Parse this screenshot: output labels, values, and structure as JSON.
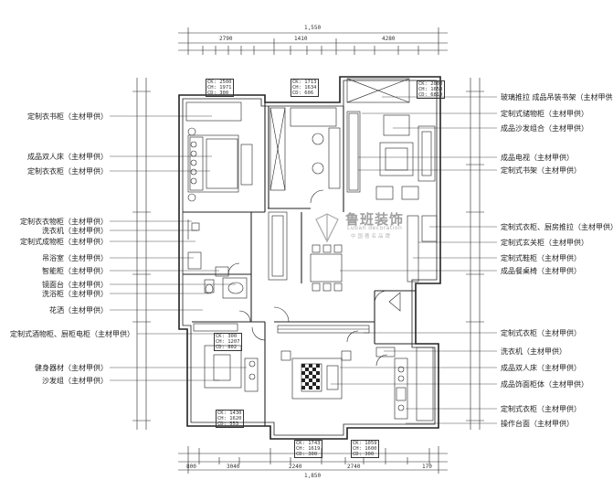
{
  "watermark": {
    "name_cn": "鲁班装饰",
    "name_en": "Luban decoration",
    "slogan": "中国著名品牌"
  },
  "dimensions": {
    "top_total": "1,550",
    "bottom_total": "1,850",
    "top_segments": [
      "2790",
      "1410",
      "4280"
    ],
    "bottom_segments": [
      "800",
      "3040",
      "2240",
      "2740",
      "170"
    ]
  },
  "room_tags": [
    [
      "CK: 2500",
      "CH: 1971",
      "CD: 300"
    ],
    [
      "CK: 1713",
      "CH: 1634",
      "CD: 606"
    ],
    [
      "CK: 2000",
      "CH: 1653",
      "CD: 6810"
    ],
    [
      "CK: 300",
      "CH: 1207",
      "CD: 802"
    ],
    [
      "CK: 1430",
      "CH: 1620",
      "CD: 553"
    ],
    [
      "CK: 1743",
      "CH: 1619",
      "CD: 300"
    ],
    [
      "CK: 1059",
      "CH: 1600",
      "CD: 300"
    ]
  ],
  "left_labels": [
    "定制衣书柜（主材甲供）",
    "成品双人床（主材甲供）",
    "定制衣衣柜（主材甲供）",
    "定制衣衣物柜（主材甲供）",
    "洗衣机（主材甲供）",
    "定制式成物柜（主材甲供）",
    "吊浴室（主材甲供）",
    "智能柜（主材甲供）",
    "镜面台（主材甲供）",
    "洗浴柜（主材甲供）",
    "花洒（主材甲供）",
    "定制式酒物柜、厨柜电柜（主材甲供）",
    "健身器材（主材甲供）",
    "沙发组（主材甲供）"
  ],
  "right_labels": [
    "玻璃推拉 成品吊装书架（主材甲供）",
    "定制式储物柜（主材甲供）",
    "成品沙发组合（主材甲供）",
    "成品电视（主材甲供）",
    "定制式书架（主材甲供）",
    "定制式衣柜、厨房推拉（主材甲供）",
    "定制式玄关柜（主材甲供）",
    "定制式鞋柜（主材甲供）",
    "成品餐桌椅（主材甲供）",
    "定制式衣柜（主材甲供）",
    "洗衣机（主材甲供）",
    "成品双人床（主材甲供）",
    "成品饰面柜体（主材甲供）",
    "定制式衣柜（主材甲供）",
    "操作台面（主材甲供）"
  ]
}
